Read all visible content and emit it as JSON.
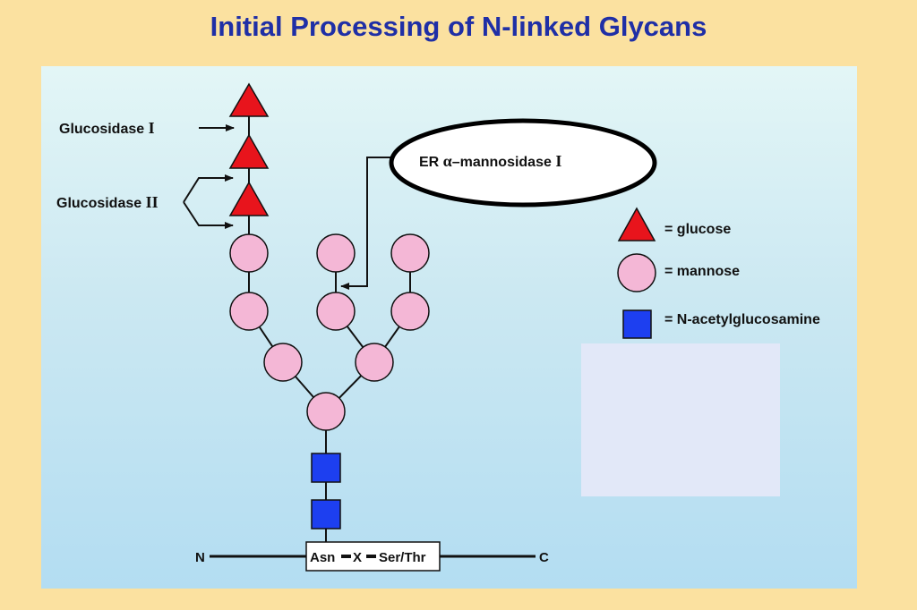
{
  "title": "Initial Processing of N-linked Glycans",
  "enzymes": {
    "glucosidase_1": {
      "name": "Glucosidase",
      "numeral": "I"
    },
    "glucosidase_2": {
      "name": "Glucosidase",
      "numeral": "II"
    },
    "mannosidase": {
      "prefix": "ER ",
      "greek": "α",
      "name": "–mannosidase",
      "numeral": "I"
    }
  },
  "legend": [
    {
      "key": "glucose",
      "label": "= glucose",
      "shape": "triangle",
      "color": "#e8141c"
    },
    {
      "key": "mannose",
      "label": "= mannose",
      "shape": "circle",
      "color": "#f4b7d6"
    },
    {
      "key": "glcnac",
      "label": "= N-acetylglucosamine",
      "shape": "square",
      "color": "#1d3ff0"
    }
  ],
  "peptide": {
    "n_terminus": "N",
    "c_terminus": "C",
    "residue_1": "Asn",
    "residue_2": "X",
    "residue_3": "Ser/Thr"
  },
  "colors": {
    "title": "#1f2fa6",
    "glucose": "#e8141c",
    "mannose": "#f4b7d6",
    "glcnac": "#1d3ff0"
  }
}
